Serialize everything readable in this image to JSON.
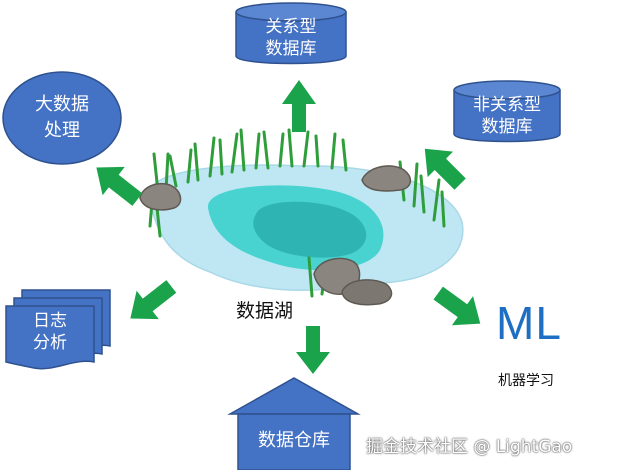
{
  "center_label": "数据湖",
  "nodes": {
    "relational_db": [
      "关系型",
      "数据库"
    ],
    "nonrelational_db": [
      "非关系型",
      "数据库"
    ],
    "big_data": [
      "大数据",
      "处理"
    ],
    "log_analysis": [
      "日志",
      "分析"
    ],
    "data_warehouse": "数据仓库",
    "ml_title": "ML",
    "ml_subtitle": "机器学习"
  },
  "watermark": "掘金技术社区 @ LightGao",
  "colors": {
    "node_fill": "#4472c4",
    "node_stroke": "#2f528f",
    "arrow": "#1aa34a",
    "lake_outer": "#bfe7f3",
    "lake_mid": "#49d3d0",
    "lake_inner": "#2fb4b4",
    "ml_text": "#1e6fc4"
  }
}
